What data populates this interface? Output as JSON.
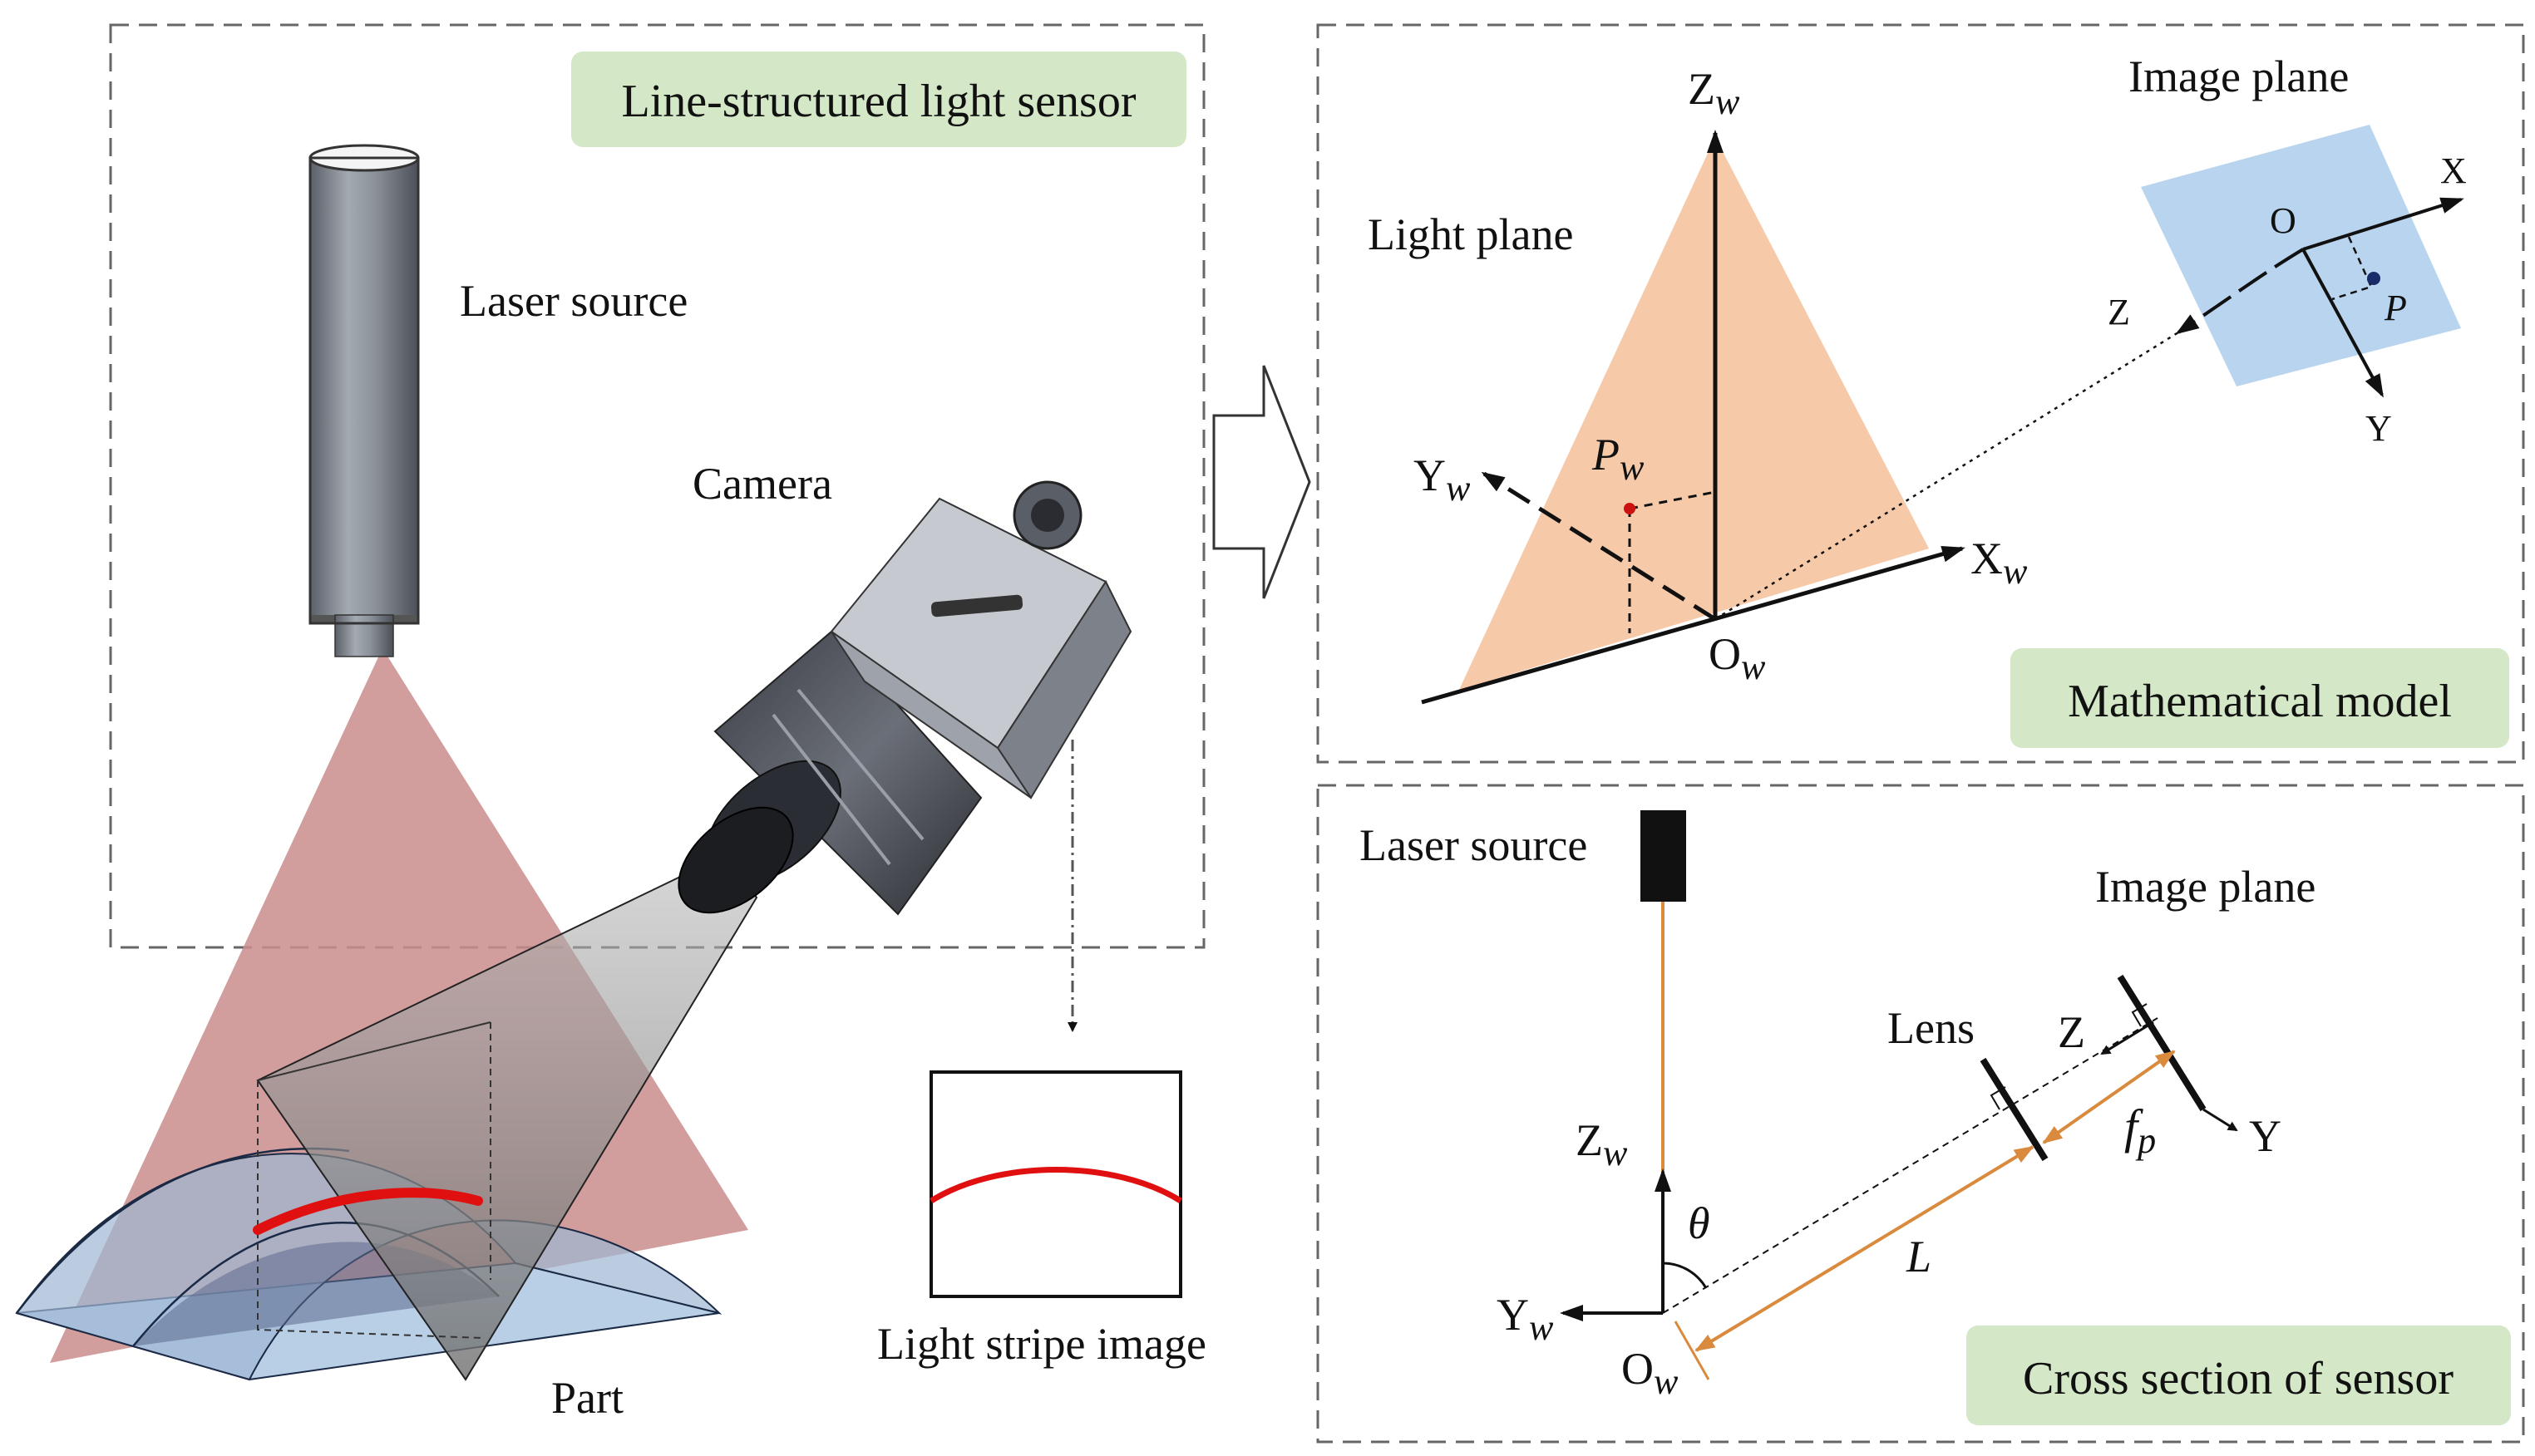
{
  "left_panel": {
    "title_badge": "Line-structured light sensor",
    "laser_source_label": "Laser source",
    "camera_label": "Camera",
    "part_label": "Part",
    "stripe_image_label": "Light stripe image"
  },
  "model_panel": {
    "badge": "Mathematical model",
    "light_plane_label": "Light plane",
    "image_plane_label": "Image plane",
    "axis_zw": "Z",
    "axis_yw": "Y",
    "axis_xw": "X",
    "origin_ow": "O",
    "point_pw": "P",
    "world_subscript": "w",
    "cam_axis_x": "X",
    "cam_axis_y": "Y",
    "cam_axis_z": "Z",
    "cam_origin": "O",
    "image_point": "P"
  },
  "section_panel": {
    "badge": "Cross section of sensor",
    "laser_source_label": "Laser source",
    "image_plane_label": "Image plane",
    "lens_label": "Lens",
    "axis_zw": "Z",
    "axis_yw": "Y",
    "origin_ow": "O",
    "world_subscript": "w",
    "cam_axis_z": "Z",
    "cam_axis_y": "Y",
    "theta": "θ",
    "distance_l": "L",
    "focal_f": "f",
    "focal_sub": "p"
  },
  "colors": {
    "badge_fill": "#d4e8c8",
    "laser_fan": "#c98c8c",
    "light_plane": "#f6c9a8",
    "image_plane": "#b8d4ee",
    "stripe": "#e01010",
    "dimension": "#d98a3c"
  }
}
